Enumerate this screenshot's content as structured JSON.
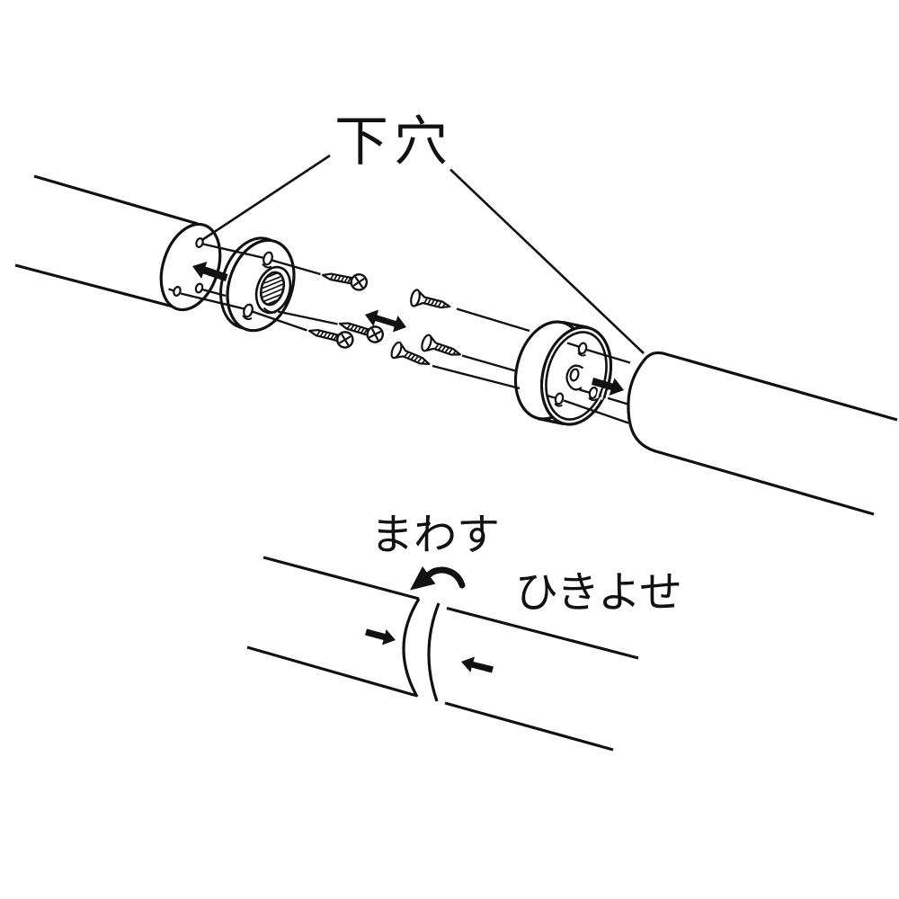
{
  "labels": {
    "pilot_hole": "下穴",
    "rotate": "まわす",
    "pull_together": "ひきよせ"
  },
  "colors": {
    "ink": "#111111",
    "background": "#ffffff"
  }
}
